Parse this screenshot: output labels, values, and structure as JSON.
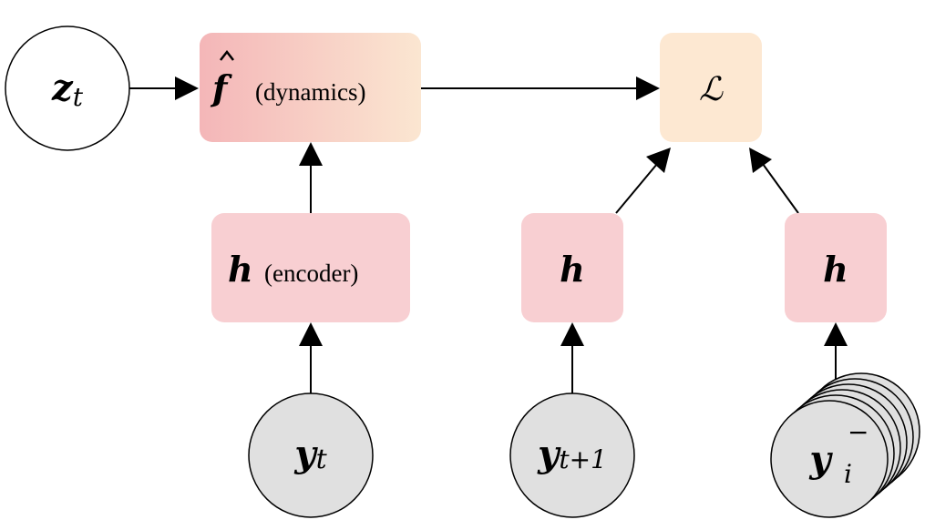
{
  "nodes": {
    "zt": {
      "symbol": "z",
      "sub": "t"
    },
    "dynamics": {
      "symbol": "f",
      "label": "(dynamics)"
    },
    "loss": {
      "symbol": "ℒ"
    },
    "encoder": {
      "symbol": "h",
      "label": "(encoder)"
    },
    "h_pos": {
      "symbol": "h"
    },
    "h_neg": {
      "symbol": "h"
    },
    "yt": {
      "symbol": "y",
      "sub": "t"
    },
    "yt1": {
      "symbol": "y",
      "sub": "t+1"
    },
    "yneg": {
      "symbol": "y",
      "sub": "i",
      "sup": "−"
    }
  },
  "colors": {
    "input_fill": "#e0e0e0",
    "encoder_fill": "#f8cfd2",
    "dynamics_grad_start": "#f4b6b8",
    "dynamics_grad_end": "#fbe6d1",
    "loss_fill": "#fde8d2",
    "stroke": "#000000"
  }
}
